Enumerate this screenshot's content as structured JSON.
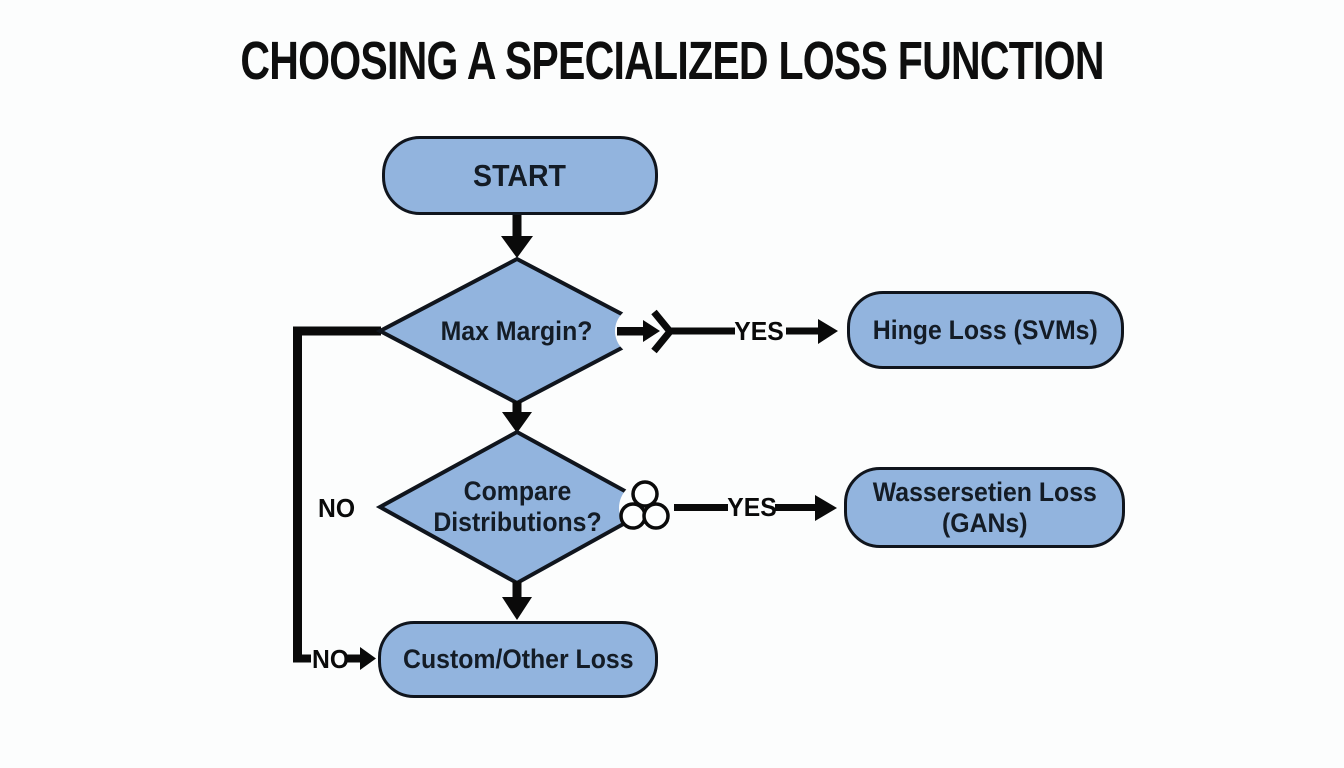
{
  "title": "CHOOSING A SPECIALIZED LOSS FUNCTION",
  "colors": {
    "bg": "#fcfdfd",
    "node_fill": "#92b4de",
    "node_border": "#10151d",
    "ink": "#0a0a0a",
    "text": "#141c26"
  },
  "nodes": {
    "start": {
      "label": "START"
    },
    "max_margin": {
      "label": "Max Margin?"
    },
    "compare_distributions": {
      "line1": "Compare",
      "line2": "Distributions?"
    },
    "hinge_loss": {
      "label": "Hinge Loss (SVMs)"
    },
    "wasserstein_loss": {
      "line1": "Wassersetien Loss",
      "line2": "(GANs)"
    },
    "custom_loss": {
      "label": "Custom/Other Loss"
    }
  },
  "edge_labels": {
    "max_margin_yes": "YES",
    "compare_yes": "YES",
    "compare_no": "NO",
    "merge_no": "NO"
  },
  "icons": {
    "max_margin_tip": "arrow-chevron-icon",
    "compare_tip": "three-circles-icon"
  }
}
